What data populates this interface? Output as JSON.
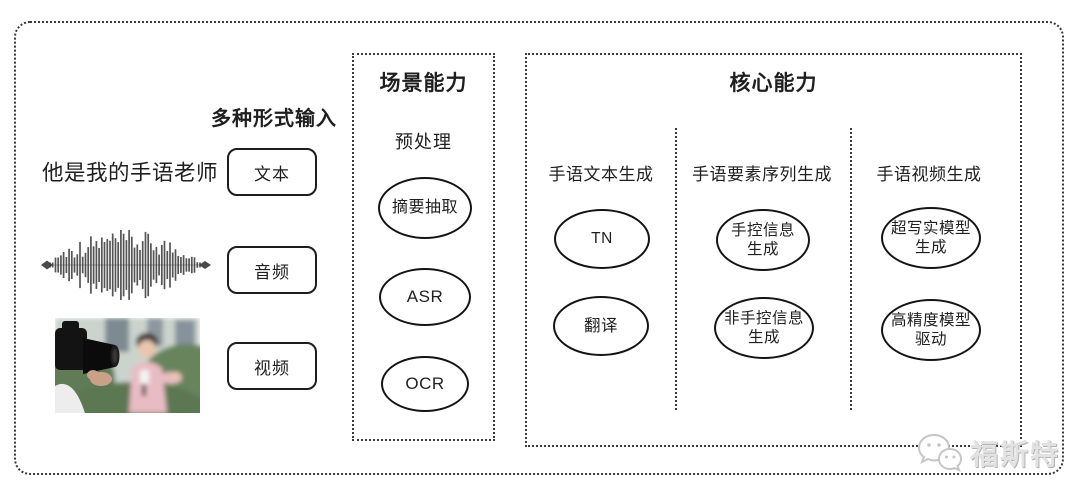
{
  "diagram": {
    "input": {
      "header": "多种形式输入",
      "sample_text": "他是我的手语老师",
      "types": [
        {
          "label": "文本"
        },
        {
          "label": "音频"
        },
        {
          "label": "视频"
        }
      ]
    },
    "scene": {
      "title": "场景能力",
      "group_label": "预处理",
      "nodes": [
        {
          "label": "摘要抽取"
        },
        {
          "label": "ASR"
        },
        {
          "label": "OCR"
        }
      ]
    },
    "core": {
      "title": "核心能力",
      "columns": [
        {
          "header": "手语文本生成",
          "nodes": [
            {
              "label": "TN"
            },
            {
              "label": "翻译"
            }
          ]
        },
        {
          "header": "手语要素序列生成",
          "nodes": [
            {
              "label": "手控信息生成"
            },
            {
              "label": "非手控信息生成"
            }
          ]
        },
        {
          "header": "手语视频生成",
          "nodes": [
            {
              "label": "超写实模型生成"
            },
            {
              "label": "高精度模型驱动"
            }
          ]
        }
      ]
    },
    "watermark": {
      "brand": "福斯特"
    },
    "colors": {
      "line": "#1d1d1d",
      "dotted_border": "#3a3a3a",
      "watermark_gray": "#e2e2e2"
    }
  }
}
